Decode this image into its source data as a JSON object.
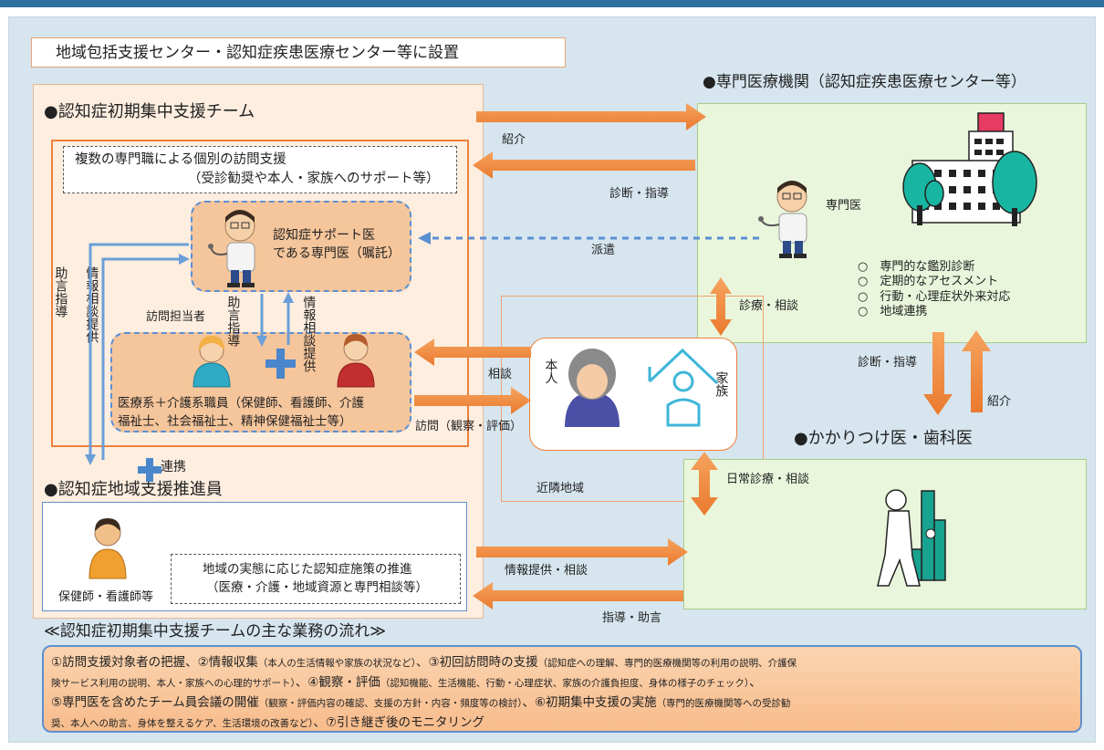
{
  "location_note": "地域包括支援センター・認知症疾患医療センター等に設置",
  "team": {
    "title": "●認知症初期集中支援チーム",
    "support_box": {
      "line1": "複数の専門職による個別の訪問支援",
      "line2": "（受診勧奨や本人・家族へのサポート等）"
    },
    "doctor": {
      "line1": "認知症サポート医",
      "line2": "である専門医（嘱託）"
    },
    "visitor_label": "訪問担当者",
    "staff": {
      "line1": "医療系＋介護系職員（保健師、看護師、介護",
      "line2": "福祉士、社会福祉士、精神保健福祉士等）"
    },
    "label_advice": "助言指導",
    "label_info": "情報相談提供",
    "label_advice2": "助言指導",
    "label_info2": "情報相談提供"
  },
  "renkei": "連携",
  "promoter": {
    "title": "●認知症地域支援推進員",
    "person_label": "保健師・看護師等",
    "box": {
      "line1": "地域の実態に応じた認知症施策の推進",
      "line2": "（医療・介護・地域資源と専門相談等）"
    }
  },
  "specialist": {
    "title": "●専門医療機関（認知症疾患医療センター等）",
    "doctor_label": "専門医",
    "items": [
      "○　専門的な鑑別診断",
      "○　定期的なアセスメント",
      "○　行動・心理症状外来対応",
      "○　地域連携"
    ]
  },
  "arrows": {
    "shokai": "紹介",
    "shindan_shido": "診断・指導",
    "haken": "派遣",
    "shinryo_sodan": "診療・相談",
    "sodan": "相談",
    "homon": "訪問（観察・評価）",
    "shindan_shido2": "診断・指導",
    "shokai2": "紹介",
    "nichijo": "日常診療・相談",
    "joho": "情報提供・相談",
    "shido_jogen": "指導・助言"
  },
  "person": {
    "honnin": "本人",
    "kazoku": "家族"
  },
  "kinrin": "近隣地域",
  "kakaritsuke": {
    "title": "●かかりつけ医・歯科医"
  },
  "flow": {
    "title": "≪認知症初期集中支援チームの主な業務の流れ≫",
    "l1a": "①訪問支援対象者の把握、②情報収集",
    "l1b": "（本人の生活情報や家族の状況など）",
    "l1c": "、③初回訪問時の支援",
    "l1d": "（認知症への理解、専門的医療機関等の利用の説明、介護保",
    "l2a": "険サービス利用の説明、本人・家族への心理的サポート）",
    "l2b": "、④観察・評価",
    "l2c": "（認知機能、生活機能、行動・心理症状、家族の介護負担度、身体の様子のチェック）",
    "l2d": "、",
    "l3a": "⑤専門医を含めたチーム員会議の開催",
    "l3b": "（観察・評価内容の確認、支援の方針・内容・頻度等の検討）",
    "l3c": "、⑥初期集中支援の実施",
    "l3d": "（専門的医療機関等への受診勧",
    "l4a": "奨、本人への助言、身体を整えるケア、生活環境の改善など）",
    "l4b": "、⑦引き継ぎ後のモニタリング"
  },
  "colors": {
    "orange_arrow": "#f08a3c",
    "blue_line": "#6a9fd8",
    "team_bg": "#fdeee0",
    "hospital_bg": "#e9f6dc"
  }
}
